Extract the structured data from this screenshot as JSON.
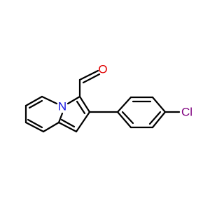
{
  "molecule": {
    "atoms": {
      "nitrogen": {
        "label": "N",
        "color": "#1010E0"
      },
      "oxygen": {
        "label": "O",
        "color": "#E00000"
      },
      "chlorine": {
        "label": "Cl",
        "color": "#7F007F"
      }
    },
    "bond_color": "#000000"
  }
}
